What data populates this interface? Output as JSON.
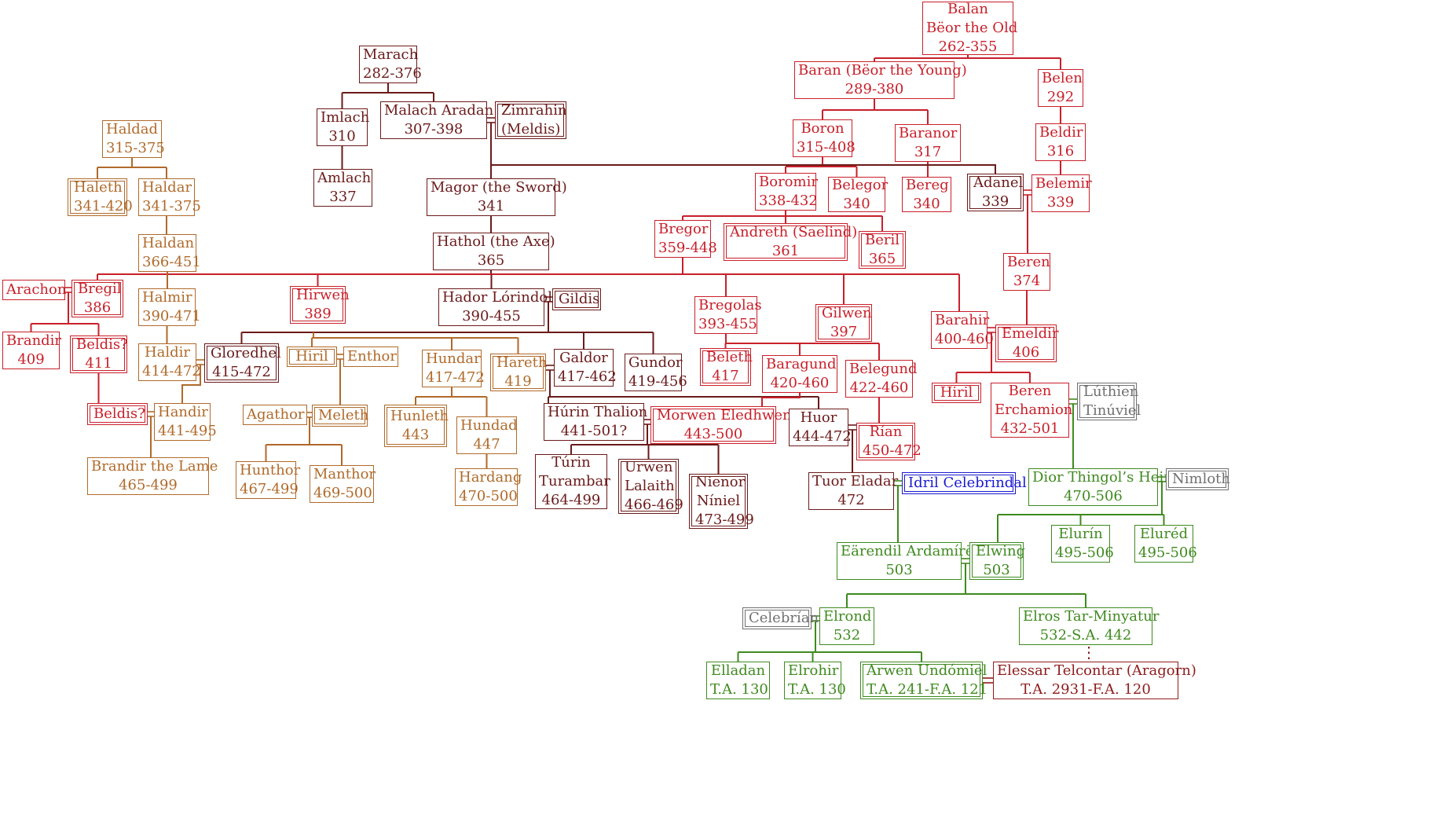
{
  "colors": {
    "beor": "#c8202a",
    "hador": "#6b1a1a",
    "haleth": "#b06a2a",
    "elf_grey": "#707070",
    "idril": "#1a1ad0",
    "half_elven": "#3f8a1f",
    "aragorn": "#8e1c1c"
  },
  "people": [
    {
      "id": "balan",
      "lines": [
        "Balan",
        "Bëor the Old",
        "262-355"
      ],
      "house": "beor",
      "double": false
    },
    {
      "id": "baran",
      "lines": [
        "Baran (Bëor the Young)",
        "289-380"
      ],
      "house": "beor",
      "double": false
    },
    {
      "id": "belen",
      "lines": [
        "Belen",
        "292"
      ],
      "house": "beor",
      "double": false
    },
    {
      "id": "boron",
      "lines": [
        "Boron",
        "315-408"
      ],
      "house": "beor",
      "double": false
    },
    {
      "id": "baranor",
      "lines": [
        "Baranor",
        "317"
      ],
      "house": "beor",
      "double": false
    },
    {
      "id": "beldir",
      "lines": [
        "Beldir",
        "316"
      ],
      "house": "beor",
      "double": false
    },
    {
      "id": "boromir",
      "lines": [
        "Boromir",
        "338-432"
      ],
      "house": "beor",
      "double": false
    },
    {
      "id": "belegor",
      "lines": [
        "Belegor",
        "340"
      ],
      "house": "beor",
      "double": false
    },
    {
      "id": "bereg",
      "lines": [
        "Bereg",
        "340"
      ],
      "house": "beor",
      "double": false
    },
    {
      "id": "adanel",
      "lines": [
        "Adanel",
        "339"
      ],
      "house": "hador",
      "double": true
    },
    {
      "id": "belemir",
      "lines": [
        "Belemir",
        "339"
      ],
      "house": "beor",
      "double": false
    },
    {
      "id": "bregor",
      "lines": [
        "Bregor",
        "359-448"
      ],
      "house": "beor",
      "double": false
    },
    {
      "id": "andreth",
      "lines": [
        "Andreth (Saelind)",
        "361"
      ],
      "house": "beor",
      "double": true
    },
    {
      "id": "beril",
      "lines": [
        "Beril",
        "365"
      ],
      "house": "beor",
      "double": true
    },
    {
      "id": "beren374",
      "lines": [
        "Beren",
        "374"
      ],
      "house": "beor",
      "double": false
    },
    {
      "id": "marach",
      "lines": [
        "Marach",
        "282-376"
      ],
      "house": "hador",
      "double": false
    },
    {
      "id": "imlach",
      "lines": [
        "Imlach",
        "310"
      ],
      "house": "hador",
      "double": false
    },
    {
      "id": "malach",
      "lines": [
        "Malach Aradan",
        "307-398"
      ],
      "house": "hador",
      "double": false
    },
    {
      "id": "zimrahin",
      "lines": [
        "Zimrahin",
        "(Meldis)"
      ],
      "house": "hador",
      "double": true
    },
    {
      "id": "amlach",
      "lines": [
        "Amlach",
        "337"
      ],
      "house": "hador",
      "double": false
    },
    {
      "id": "magor",
      "lines": [
        "Magor (the Sword)",
        "341"
      ],
      "house": "hador",
      "double": false
    },
    {
      "id": "hathol",
      "lines": [
        "Hathol (the Axe)",
        "365"
      ],
      "house": "hador",
      "double": false
    },
    {
      "id": "haldad",
      "lines": [
        "Haldad",
        "315-375"
      ],
      "house": "haleth",
      "double": false
    },
    {
      "id": "haleth",
      "lines": [
        "Haleth",
        "341-420"
      ],
      "house": "haleth",
      "double": true
    },
    {
      "id": "haldar",
      "lines": [
        "Haldar",
        "341-375"
      ],
      "house": "haleth",
      "double": false
    },
    {
      "id": "haldan",
      "lines": [
        "Haldan",
        "366-451"
      ],
      "house": "haleth",
      "double": false
    },
    {
      "id": "arachon",
      "lines": [
        "Arachon"
      ],
      "house": "beor",
      "double": false
    },
    {
      "id": "bregil",
      "lines": [
        "Bregil",
        "386"
      ],
      "house": "beor",
      "double": true
    },
    {
      "id": "halmir",
      "lines": [
        "Halmir",
        "390-471"
      ],
      "house": "haleth",
      "double": false
    },
    {
      "id": "hirwen",
      "lines": [
        "Hirwen",
        "389"
      ],
      "house": "beor",
      "double": true
    },
    {
      "id": "hador",
      "lines": [
        "Hador Lórindol",
        "390-455"
      ],
      "house": "hador",
      "double": false
    },
    {
      "id": "gildis",
      "lines": [
        "Gildis"
      ],
      "house": "hador",
      "double": true
    },
    {
      "id": "bregolas",
      "lines": [
        "Bregolas",
        "393-455"
      ],
      "house": "beor",
      "double": false
    },
    {
      "id": "gilwen",
      "lines": [
        "Gilwen",
        "397"
      ],
      "house": "beor",
      "double": true
    },
    {
      "id": "barahir",
      "lines": [
        "Barahir",
        "400-460"
      ],
      "house": "beor",
      "double": false
    },
    {
      "id": "emeldir",
      "lines": [
        "Emeldir",
        "406"
      ],
      "house": "beor",
      "double": true
    },
    {
      "id": "brandir409",
      "lines": [
        "Brandir",
        "409"
      ],
      "house": "beor",
      "double": false
    },
    {
      "id": "beldis411",
      "lines": [
        "Beldis?",
        "411"
      ],
      "house": "beor",
      "double": true
    },
    {
      "id": "haldir",
      "lines": [
        "Haldir",
        "414-472"
      ],
      "house": "haleth",
      "double": false
    },
    {
      "id": "gloredhel",
      "lines": [
        "Gloredhel",
        "415-472"
      ],
      "house": "hador",
      "double": true
    },
    {
      "id": "hiril1",
      "lines": [
        "Hiril"
      ],
      "house": "haleth",
      "double": true
    },
    {
      "id": "enthor",
      "lines": [
        "Enthor"
      ],
      "house": "haleth",
      "double": false
    },
    {
      "id": "hundar",
      "lines": [
        "Hundar",
        "417-472"
      ],
      "house": "haleth",
      "double": false
    },
    {
      "id": "hareth",
      "lines": [
        "Hareth",
        "419"
      ],
      "house": "haleth",
      "double": true
    },
    {
      "id": "galdor",
      "lines": [
        "Galdor",
        "417-462"
      ],
      "house": "hador",
      "double": false
    },
    {
      "id": "gundor",
      "lines": [
        "Gundor",
        "419-456"
      ],
      "house": "hador",
      "double": false
    },
    {
      "id": "beleth",
      "lines": [
        "Beleth",
        "417"
      ],
      "house": "beor",
      "double": true
    },
    {
      "id": "baragund",
      "lines": [
        "Baragund",
        "420-460"
      ],
      "house": "beor",
      "double": false
    },
    {
      "id": "belegund",
      "lines": [
        "Belegund",
        "422-460"
      ],
      "house": "beor",
      "double": false
    },
    {
      "id": "hiril2",
      "lines": [
        "Hiril"
      ],
      "house": "beor",
      "double": true
    },
    {
      "id": "beren432",
      "lines": [
        "Beren",
        "Erchamion",
        "432-501"
      ],
      "house": "beor",
      "double": false
    },
    {
      "id": "luthien",
      "lines": [
        "Lúthien",
        "Tinúviel"
      ],
      "house": "elf_grey",
      "double": true
    },
    {
      "id": "beldis2",
      "lines": [
        "Beldis?"
      ],
      "house": "beor",
      "double": true
    },
    {
      "id": "handir",
      "lines": [
        "Handir",
        "441-495"
      ],
      "house": "haleth",
      "double": false
    },
    {
      "id": "agathor",
      "lines": [
        "Agathor"
      ],
      "house": "haleth",
      "double": false
    },
    {
      "id": "meleth",
      "lines": [
        "Meleth"
      ],
      "house": "haleth",
      "double": true
    },
    {
      "id": "hunleth",
      "lines": [
        "Hunleth",
        "443"
      ],
      "house": "haleth",
      "double": true
    },
    {
      "id": "hundad",
      "lines": [
        "Hundad",
        "447"
      ],
      "house": "haleth",
      "double": false
    },
    {
      "id": "hurin",
      "lines": [
        "Húrin Thalion",
        "441-501?"
      ],
      "house": "hador",
      "double": false
    },
    {
      "id": "morwen",
      "lines": [
        "Morwen Eledhwen",
        "443-500"
      ],
      "house": "beor",
      "double": true
    },
    {
      "id": "huor",
      "lines": [
        "Huor",
        "444-472"
      ],
      "house": "hador",
      "double": false
    },
    {
      "id": "rian",
      "lines": [
        "Rían",
        "450-472"
      ],
      "house": "beor",
      "double": true
    },
    {
      "id": "brandir_lame",
      "lines": [
        "Brandir the Lame",
        "465-499"
      ],
      "house": "haleth",
      "double": false
    },
    {
      "id": "hunthor",
      "lines": [
        "Hunthor",
        "467-499"
      ],
      "house": "haleth",
      "double": false
    },
    {
      "id": "manthor",
      "lines": [
        "Manthor",
        "469-500"
      ],
      "house": "haleth",
      "double": false
    },
    {
      "id": "hardang",
      "lines": [
        "Hardang",
        "470-500"
      ],
      "house": "haleth",
      "double": false
    },
    {
      "id": "turin",
      "lines": [
        "Túrin",
        "Turambar",
        "464-499"
      ],
      "house": "hador",
      "double": false
    },
    {
      "id": "urwen",
      "lines": [
        "Urwen",
        "Lalaith",
        "466-469"
      ],
      "house": "hador",
      "double": true
    },
    {
      "id": "nienor",
      "lines": [
        "Nienor",
        "Níniel",
        "473-499"
      ],
      "house": "hador",
      "double": true
    },
    {
      "id": "tuor",
      "lines": [
        "Tuor Eladar",
        "472"
      ],
      "house": "hador",
      "double": false
    },
    {
      "id": "idril",
      "lines": [
        "Idril Celebrindal"
      ],
      "house": "idril",
      "double": true
    },
    {
      "id": "dior",
      "lines": [
        "Dior Thingol’s Heir",
        "470-506"
      ],
      "house": "half_elven",
      "double": false
    },
    {
      "id": "nimloth",
      "lines": [
        "Nimloth"
      ],
      "house": "elf_grey",
      "double": true
    },
    {
      "id": "elurin",
      "lines": [
        "Elurín",
        "495-506"
      ],
      "house": "half_elven",
      "double": false
    },
    {
      "id": "elured",
      "lines": [
        "Eluréd",
        "495-506"
      ],
      "house": "half_elven",
      "double": false
    },
    {
      "id": "earendil",
      "lines": [
        "Eärendil Ardamírë",
        "503"
      ],
      "house": "half_elven",
      "double": false
    },
    {
      "id": "elwing",
      "lines": [
        "Elwing",
        "503"
      ],
      "house": "half_elven",
      "double": true
    },
    {
      "id": "celebrian",
      "lines": [
        "Celebrían"
      ],
      "house": "elf_grey",
      "double": true
    },
    {
      "id": "elrond",
      "lines": [
        "Elrond",
        "532"
      ],
      "house": "half_elven",
      "double": false
    },
    {
      "id": "elros",
      "lines": [
        "Elros Tar-Minyatur",
        "532-S.A. 442"
      ],
      "house": "half_elven",
      "double": false
    },
    {
      "id": "elladan",
      "lines": [
        "Elladan",
        "T.A. 130"
      ],
      "house": "half_elven",
      "double": false
    },
    {
      "id": "elrohir",
      "lines": [
        "Elrohir",
        "T.A. 130"
      ],
      "house": "half_elven",
      "double": false
    },
    {
      "id": "arwen",
      "lines": [
        "Arwen Undómiel",
        "T.A. 241-F.A. 121"
      ],
      "house": "half_elven",
      "double": true
    },
    {
      "id": "aragorn",
      "lines": [
        "Elessar Telcontar (Aragorn)",
        "T.A. 2931-F.A. 120"
      ],
      "house": "aragorn",
      "double": false
    }
  ],
  "ellipsis": "⋮"
}
